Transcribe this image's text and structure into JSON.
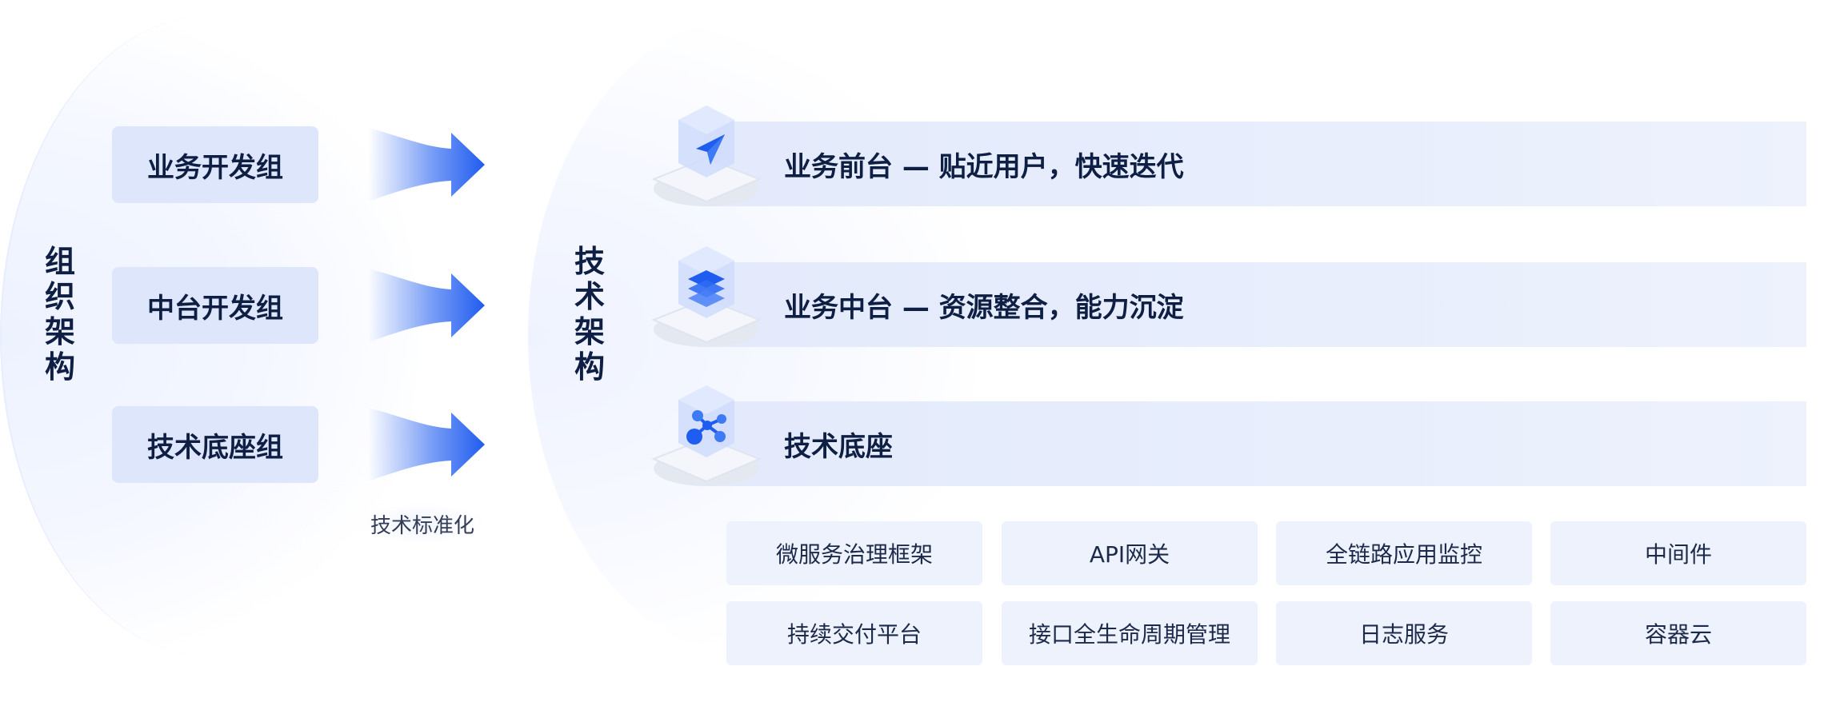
{
  "org": {
    "title": "组\n织\n架\n构",
    "groups": [
      "业务开发组",
      "中台开发组",
      "技术底座组"
    ],
    "arrow_caption": "技术标准化"
  },
  "tech": {
    "title": "技\n术\n架\n构",
    "layers": [
      {
        "label": "业务前台 — 贴近用户，快速迭代",
        "icon": "paper-plane-icon"
      },
      {
        "label": "业务中台 — 资源整合，能力沉淀",
        "icon": "stack-layers-icon"
      },
      {
        "label": "技术底座",
        "icon": "network-nodes-icon"
      }
    ],
    "services_row1": [
      "微服务治理框架",
      "API网关",
      "全链路应用监控",
      "中间件"
    ],
    "services_row2": [
      "持续交付平台",
      "接口全生命周期管理",
      "日志服务",
      "容器云"
    ]
  },
  "colors": {
    "accent": "#1f5cf0",
    "box_bg": "#dde6fb",
    "bar_bg": "#e6ecfb",
    "service_bg": "#eef2fd",
    "title_text": "#0f1f44"
  }
}
